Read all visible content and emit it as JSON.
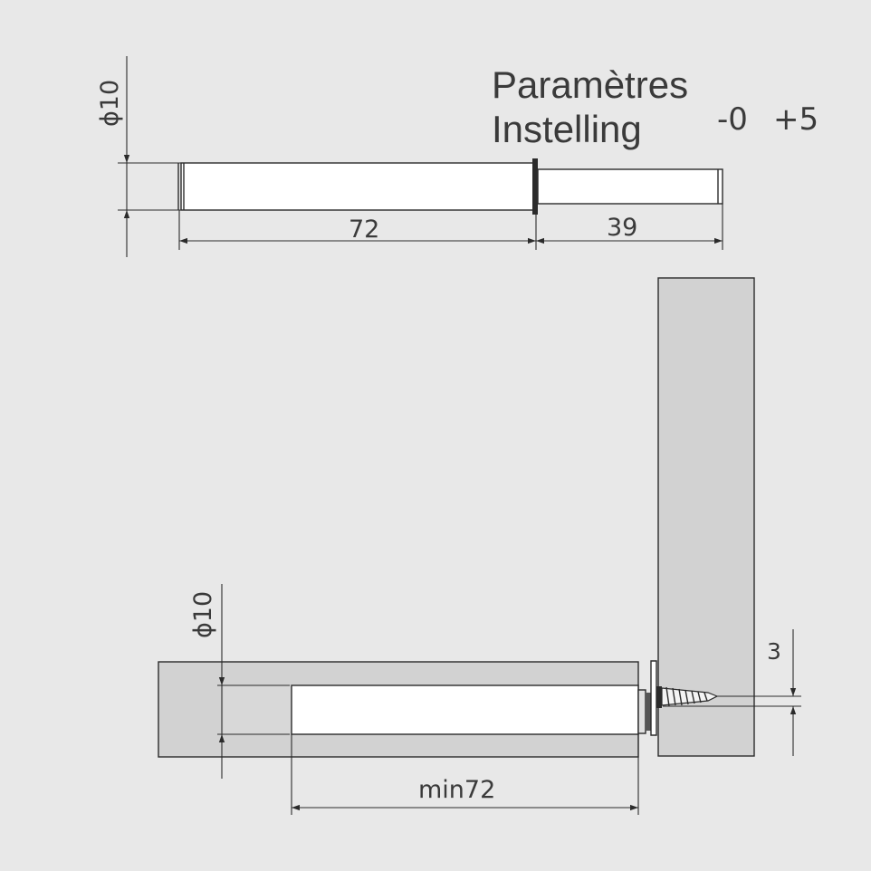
{
  "labels": {
    "title_fr": "Paramètres",
    "title_nl": "Instelling",
    "tol_minus": "-0",
    "tol_plus": "+5"
  },
  "top_view": {
    "diameter": "ϕ10",
    "body_length": "72",
    "plunger_length": "39"
  },
  "install_view": {
    "diameter": "ϕ10",
    "depth": "min72",
    "offset": "3"
  }
}
